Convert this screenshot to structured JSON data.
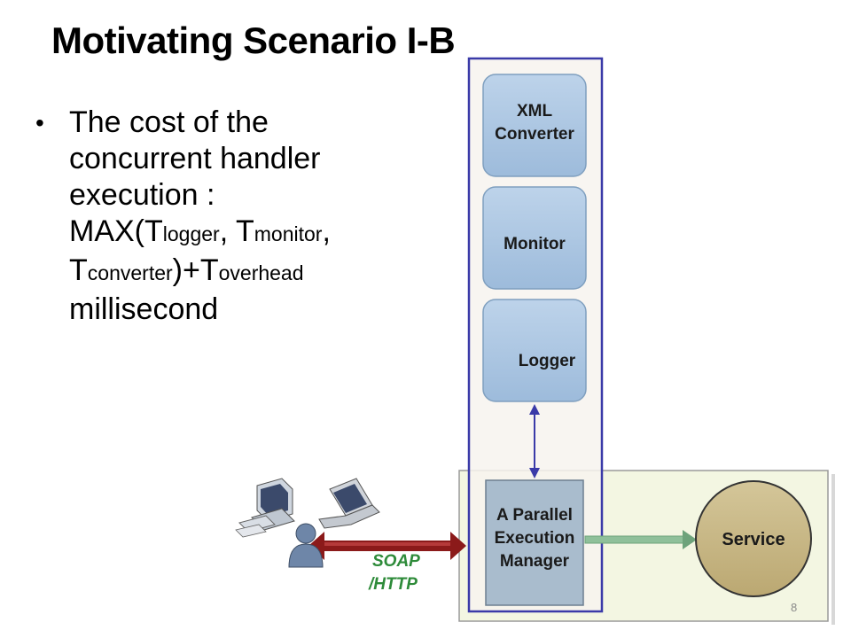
{
  "slide": {
    "title": "Motivating Scenario I-B",
    "bullet": {
      "line1": "The cost of the",
      "line2": "concurrent handler",
      "line3": "execution :",
      "line4_pre": "MAX(T",
      "logger_sub": "logger",
      "sep1": ", T",
      "monitor_sub": "monitor",
      "sep2": ",",
      "line5_pre": "T",
      "converter_sub": "converter",
      "line5_mid": ")+T",
      "overhead_sub": "overhead",
      "line6": "millisecond"
    },
    "page_number": "8"
  },
  "diagram": {
    "handlers": [
      {
        "label_line1": "XML",
        "label_line2": "Converter"
      },
      {
        "label": "Monitor"
      },
      {
        "label": "Logger"
      }
    ],
    "manager": {
      "line1": "A Parallel",
      "line2": "Execution",
      "line3": "Manager"
    },
    "service": {
      "label": "Service"
    },
    "protocol": {
      "line1": "SOAP",
      "line2": "/HTTP"
    },
    "colors": {
      "handler_fill": "#a8c4e0",
      "handler_stroke": "#7f9fbf",
      "container_border": "#3a3aa8",
      "container_fill": "#f7f3ef",
      "server_fill": "#f3f6e2",
      "manager_fill": "#a9bccd",
      "service_fill": "#c8b98a",
      "soap_arrow": "#8b1a1a",
      "service_arrow": "#7fb08a",
      "protocol_text": "#2e8b3a"
    }
  }
}
